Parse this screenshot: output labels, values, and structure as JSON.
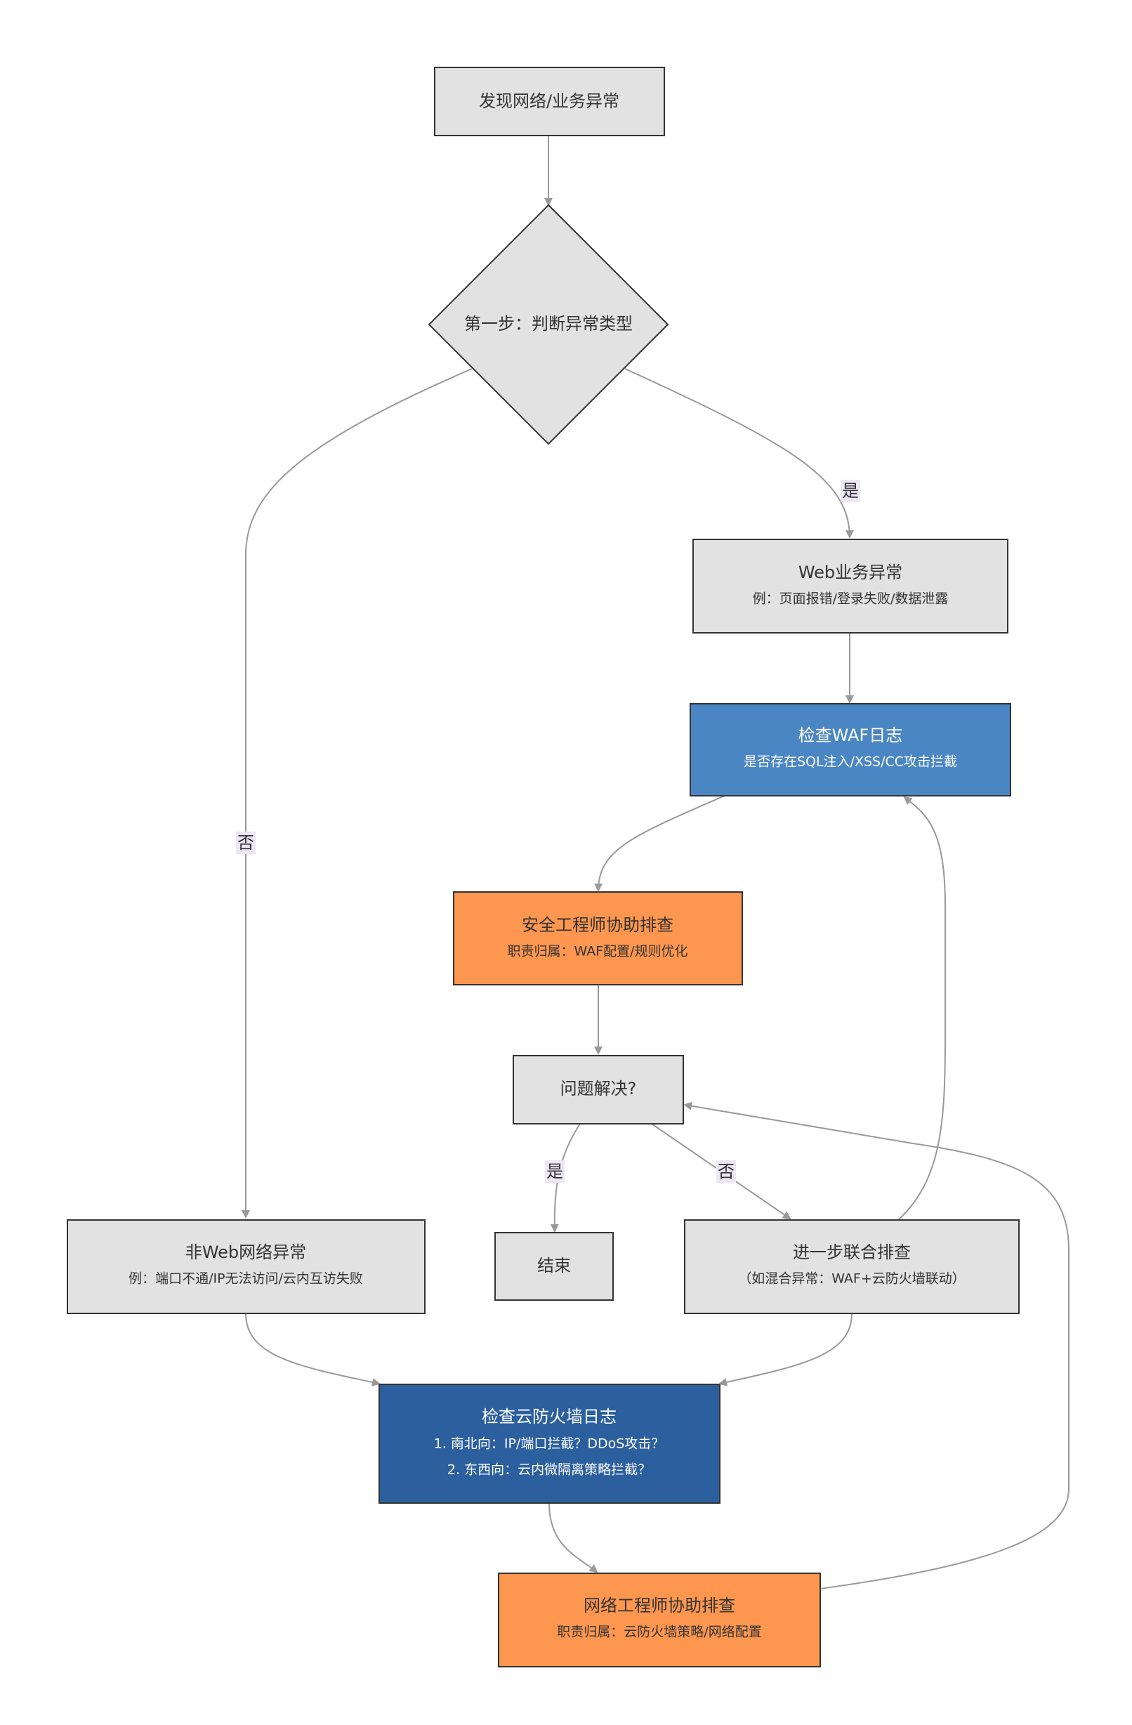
{
  "nodes": {
    "start": {
      "title": "发现网络/业务异常"
    },
    "decision": {
      "title": "第一步：判断异常类型"
    },
    "web": {
      "title": "Web业务异常",
      "sub": "例：页面报错/登录失败/数据泄露"
    },
    "waf": {
      "title": "检查WAF日志",
      "sub": "是否存在SQL注入/XSS/CC攻击拦截"
    },
    "sec": {
      "title": "安全工程师协助排查",
      "sub": "职责归属：WAF配置/规则优化"
    },
    "solved": {
      "title": "问题解决?"
    },
    "end": {
      "title": "结束"
    },
    "joint": {
      "title": "进一步联合排查",
      "sub": "（如混合异常：WAF+云防火墙联动）"
    },
    "nonweb": {
      "title": "非Web网络异常",
      "sub": "例：端口不通/IP无法访问/云内互访失败"
    },
    "cfw": {
      "title": "检查云防火墙日志",
      "sub1": "1. 南北向：IP/端口拦截？DDoS攻击？",
      "sub2": "2. 东西向：云内微隔离策略拦截？"
    },
    "net": {
      "title": "网络工程师协助排查",
      "sub": "职责归属：云防火墙策略/网络配置"
    }
  },
  "edge_labels": {
    "yes_web": "是",
    "no_nonweb": "否",
    "yes_end": "是",
    "no_joint": "否"
  },
  "colors": {
    "gray": "#e2e2e2",
    "blue": "#4a86c4",
    "dark_blue": "#2b5f9e",
    "orange": "#fd964f",
    "edge": "#999999",
    "text": "#333333",
    "white_text": "#ffffff"
  }
}
